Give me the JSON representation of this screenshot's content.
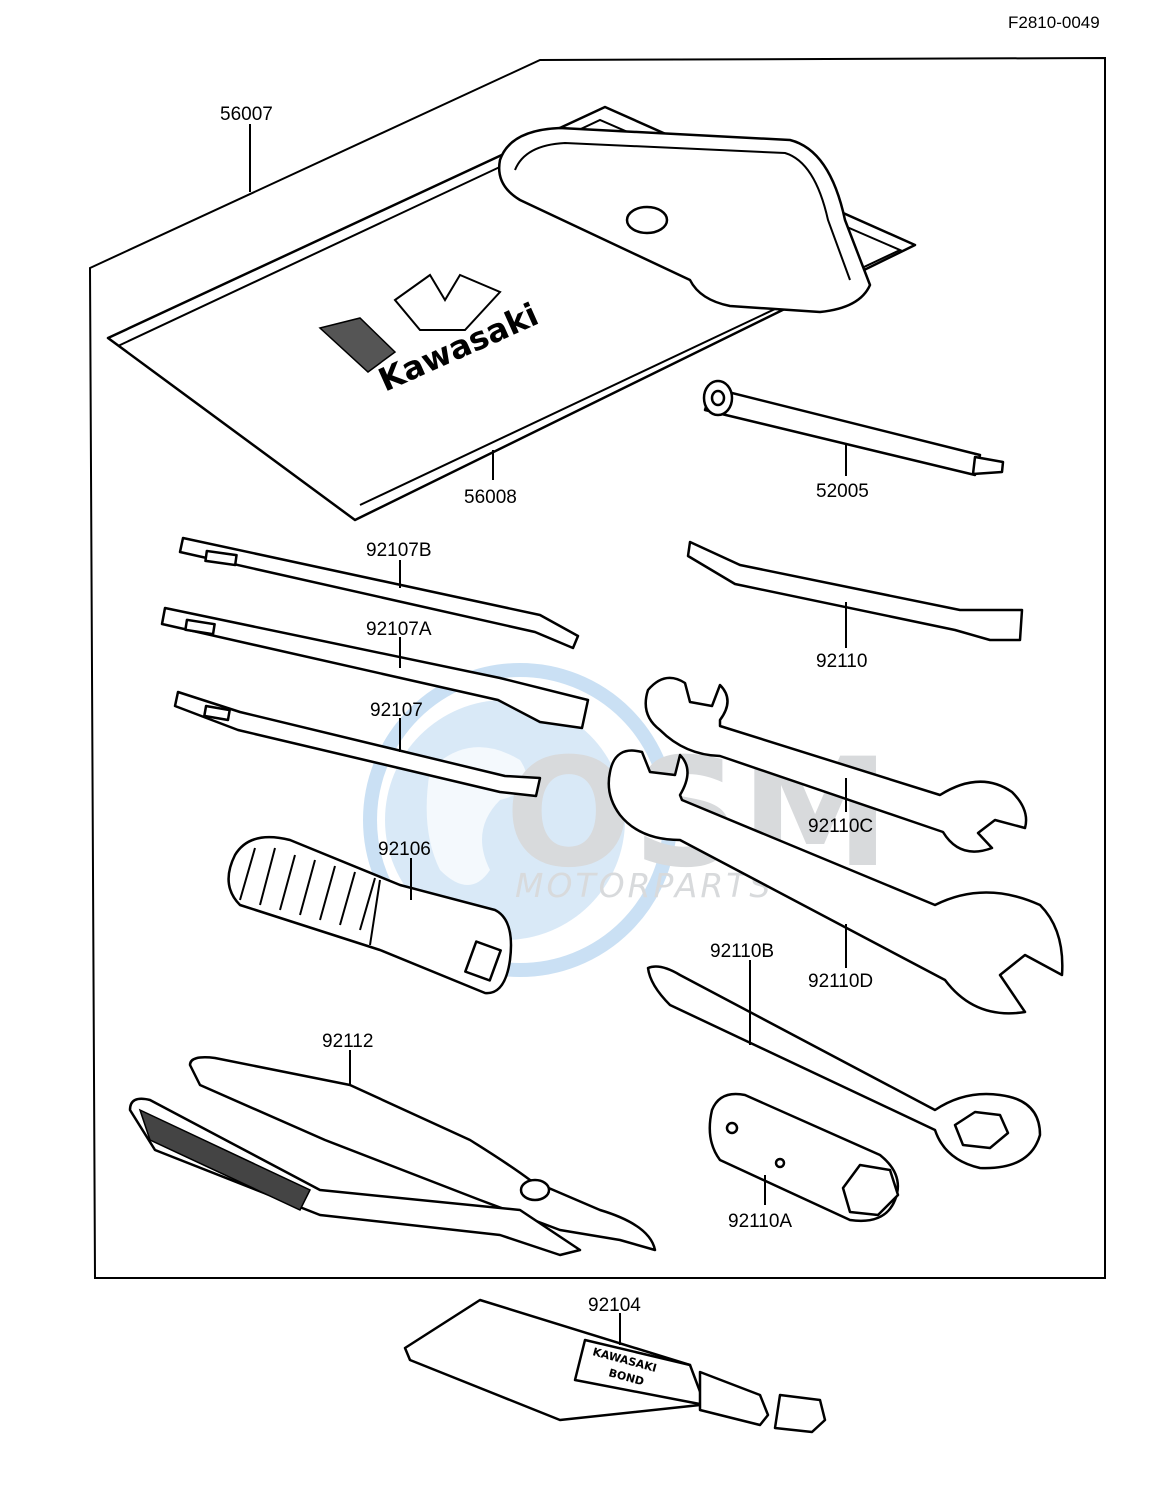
{
  "diagram_code": "F2810-0049",
  "labels": {
    "tool_bag": "56007",
    "tool_bag_inner": "56008",
    "spark_plug_tool": "52005",
    "screwdriver_b": "92107B",
    "screwdriver_a": "92107A",
    "screwdriver": "92107",
    "spoke_wrench": "92110",
    "wrench_c": "92110C",
    "wrench_d": "92110D",
    "wrench_b": "92110B",
    "wrench_a": "92110A",
    "handle": "92106",
    "pliers": "92112",
    "bond": "92104"
  },
  "brand": "Kawasaki",
  "tube": {
    "line1": "KAWASAKI",
    "line2": "BOND"
  },
  "watermark": {
    "logo": "OSM",
    "text": "MOTORPARTS"
  },
  "colors": {
    "watermark_blue": "#3d8fd6",
    "watermark_grey": "#b9bcc0",
    "ink": "#000000"
  }
}
